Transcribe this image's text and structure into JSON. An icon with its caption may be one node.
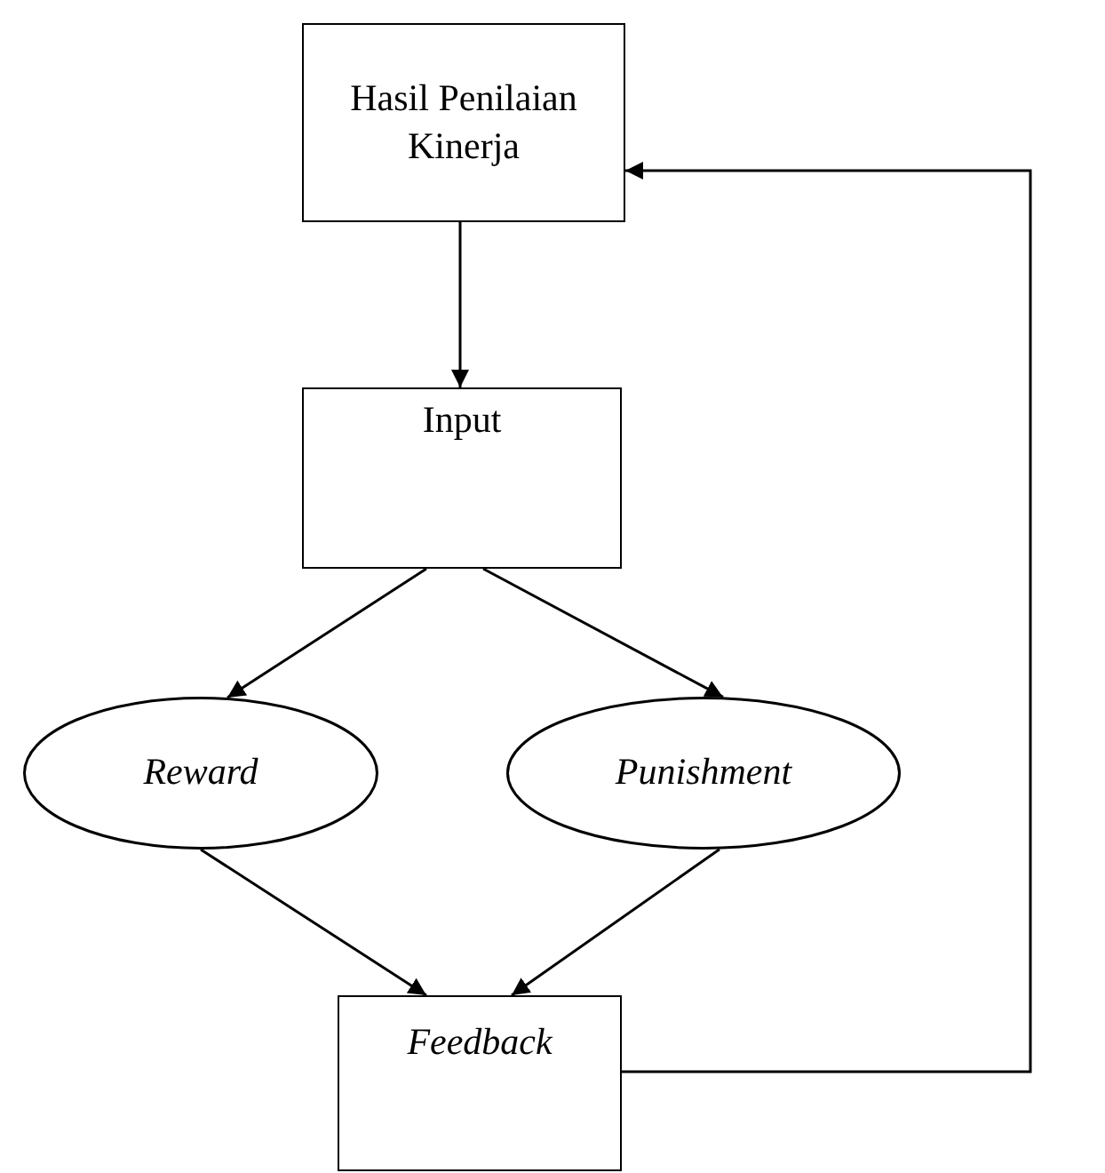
{
  "diagram": {
    "nodes": [
      {
        "text": [
          "Hasil Penilaian Kinerja"
        ]
      },
      {
        "text": [
          "Input"
        ]
      },
      {
        "text": [
          "Reward"
        ]
      },
      {
        "text": [
          "Punishment"
        ]
      },
      {
        "text": [
          "Feedback"
        ]
      }
    ],
    "edges": [
      {
        "from": 0,
        "to": 1,
        "arrow": "to"
      },
      {
        "from": 1,
        "to": 2,
        "arrow": "to"
      },
      {
        "from": 1,
        "to": 3,
        "arrow": "to"
      },
      {
        "from": 2,
        "to": 4,
        "arrow": "to"
      },
      {
        "from": 3,
        "to": 4,
        "arrow": "to"
      },
      {
        "from": 4,
        "to": 0,
        "arrow": "to"
      }
    ]
  }
}
